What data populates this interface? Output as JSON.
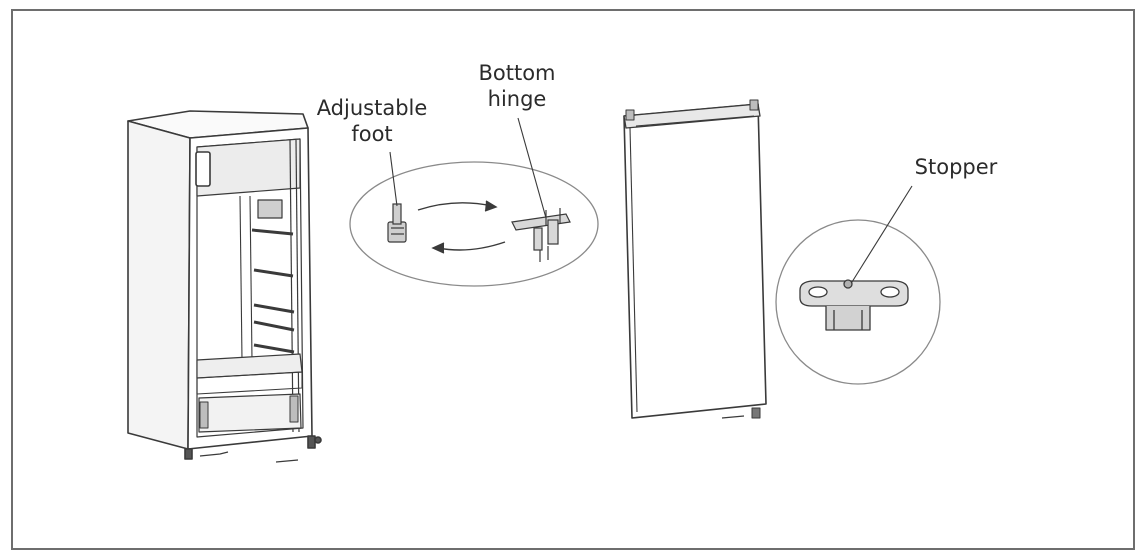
{
  "labels": {
    "adjustable_foot_line1": "Adjustable",
    "adjustable_foot_line2": "foot",
    "bottom_hinge_line1": "Bottom",
    "bottom_hinge_line2": "hinge",
    "stopper": "Stopper"
  },
  "colors": {
    "line": "#3a3a3a",
    "light_line": "#8a8a8a",
    "frame": "#6e6e6e",
    "shade": "#d8d8d8"
  }
}
